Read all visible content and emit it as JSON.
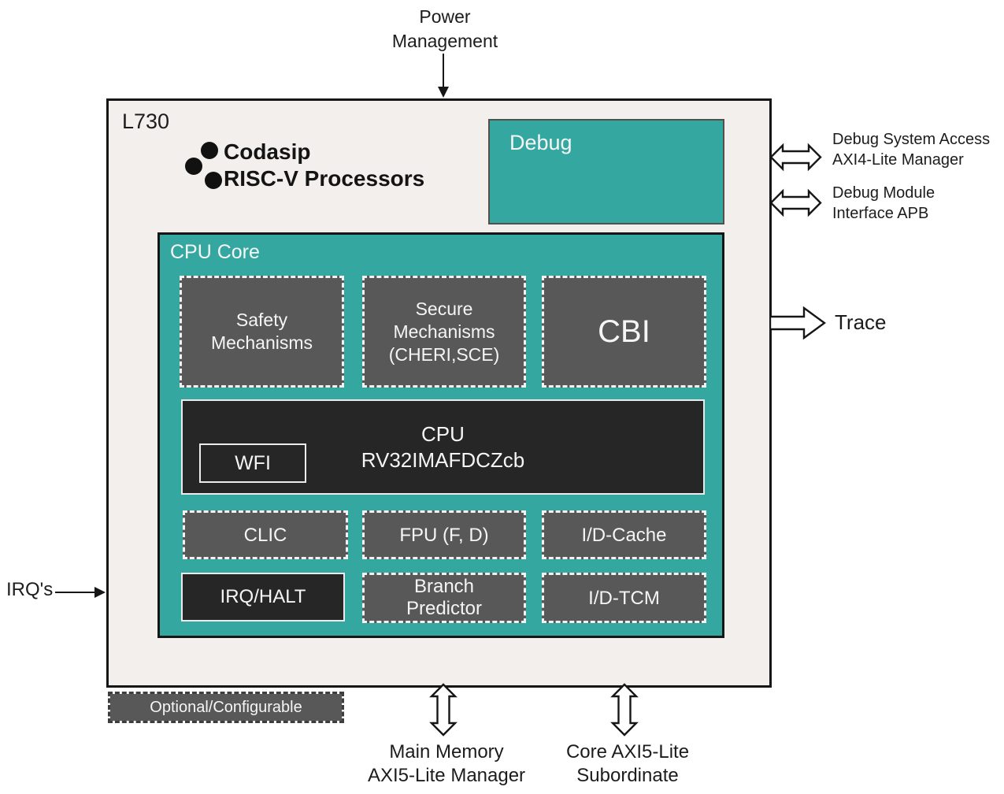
{
  "chip": {
    "name": "L730"
  },
  "logo": {
    "line1": "Codasip",
    "line2": "RISC-V Processors"
  },
  "debug": {
    "label": "Debug"
  },
  "core": {
    "label": "CPU Core",
    "blocks": {
      "safety": [
        "Safety",
        "Mechanisms"
      ],
      "secure": [
        "Secure",
        "Mechanisms",
        "(CHERI,SCE)"
      ],
      "cbi": "CBI",
      "cpu": [
        "CPU",
        "RV32IMAFDCZcb"
      ],
      "wfi": "WFI",
      "clic": "CLIC",
      "fpu": "FPU (F, D)",
      "id_cache": "I/D-Cache",
      "irq_halt": "IRQ/HALT",
      "branch": [
        "Branch",
        "Predictor"
      ],
      "id_tcm": "I/D-TCM"
    }
  },
  "ports": {
    "power": [
      "Power",
      "Management"
    ],
    "irqs": "IRQ's",
    "debug_system": [
      "Debug System Access",
      "AXI4-Lite Manager"
    ],
    "debug_module": [
      "Debug Module",
      "Interface APB"
    ],
    "trace": "Trace",
    "main_memory": [
      "Main Memory",
      "AXI5-Lite Manager"
    ],
    "core_axi": [
      "Core AXI5-Lite",
      "Subordinate"
    ]
  },
  "legend": {
    "label": "Optional/Configurable"
  },
  "colors": {
    "teal": "#34a7a1",
    "block_gray": "#585858",
    "block_dark": "#262626",
    "chip_bg": "#f2efec",
    "outline": "#161616"
  }
}
